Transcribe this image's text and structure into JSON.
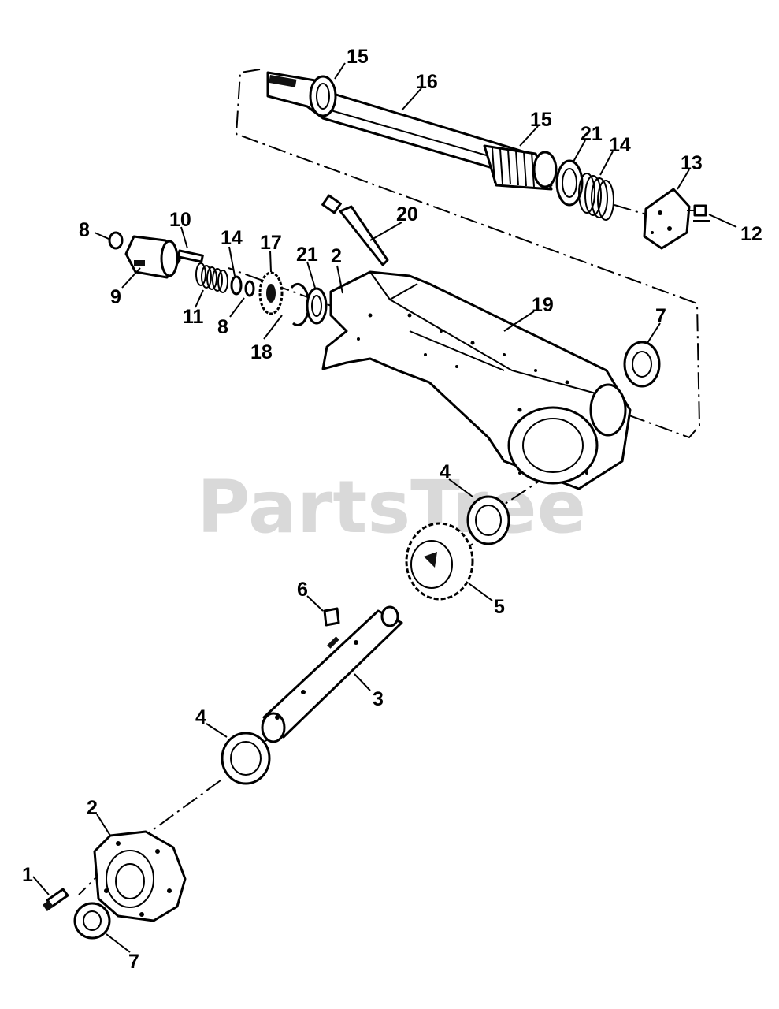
{
  "watermark": "PartsTree",
  "callouts": [
    {
      "name": "callout-15-top",
      "text": "15"
    },
    {
      "name": "callout-16",
      "text": "16"
    },
    {
      "name": "callout-15-worm",
      "text": "15"
    },
    {
      "name": "callout-21-top",
      "text": "21"
    },
    {
      "name": "callout-14-top",
      "text": "14"
    },
    {
      "name": "callout-13",
      "text": "13"
    },
    {
      "name": "callout-12",
      "text": "12"
    },
    {
      "name": "callout-20",
      "text": "20"
    },
    {
      "name": "callout-10",
      "text": "10"
    },
    {
      "name": "callout-8-top",
      "text": "8"
    },
    {
      "name": "callout-9",
      "text": "9"
    },
    {
      "name": "callout-14-mid",
      "text": "14"
    },
    {
      "name": "callout-17",
      "text": "17"
    },
    {
      "name": "callout-21-mid",
      "text": "21"
    },
    {
      "name": "callout-2-top",
      "text": "2"
    },
    {
      "name": "callout-11",
      "text": "11"
    },
    {
      "name": "callout-8-mid",
      "text": "8"
    },
    {
      "name": "callout-18",
      "text": "18"
    },
    {
      "name": "callout-19",
      "text": "19"
    },
    {
      "name": "callout-7-top",
      "text": "7"
    },
    {
      "name": "callout-4-top",
      "text": "4"
    },
    {
      "name": "callout-5",
      "text": "5"
    },
    {
      "name": "callout-6",
      "text": "6"
    },
    {
      "name": "callout-3",
      "text": "3"
    },
    {
      "name": "callout-4-bottom",
      "text": "4"
    },
    {
      "name": "callout-2-bottom",
      "text": "2"
    },
    {
      "name": "callout-1",
      "text": "1"
    },
    {
      "name": "callout-7-bottom",
      "text": "7"
    }
  ]
}
